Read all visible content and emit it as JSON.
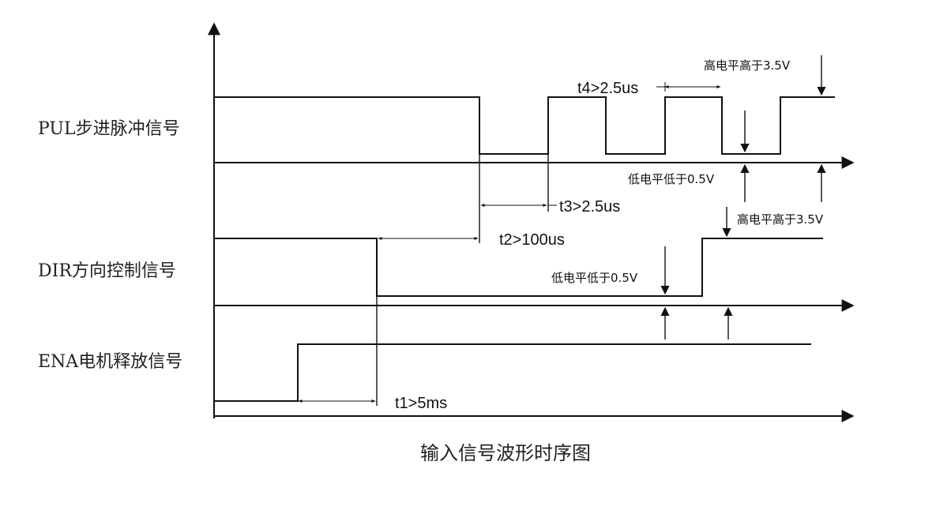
{
  "signals": {
    "pul": "PUL步进脉冲信号",
    "dir": "DIR方向控制信号",
    "ena": "ENA电机释放信号"
  },
  "timings": {
    "t1": "t1>5ms",
    "t2": "t2>100us",
    "t3": "t3>2.5us",
    "t4": "t4>2.5us"
  },
  "levels": {
    "pul_high": "高电平高于3.5V",
    "pul_low": "低电平低于0.5V",
    "dir_high": "高电平高于3.5V",
    "dir_low": "低电平低于0.5V"
  },
  "caption": "输入信号波形时序图"
}
